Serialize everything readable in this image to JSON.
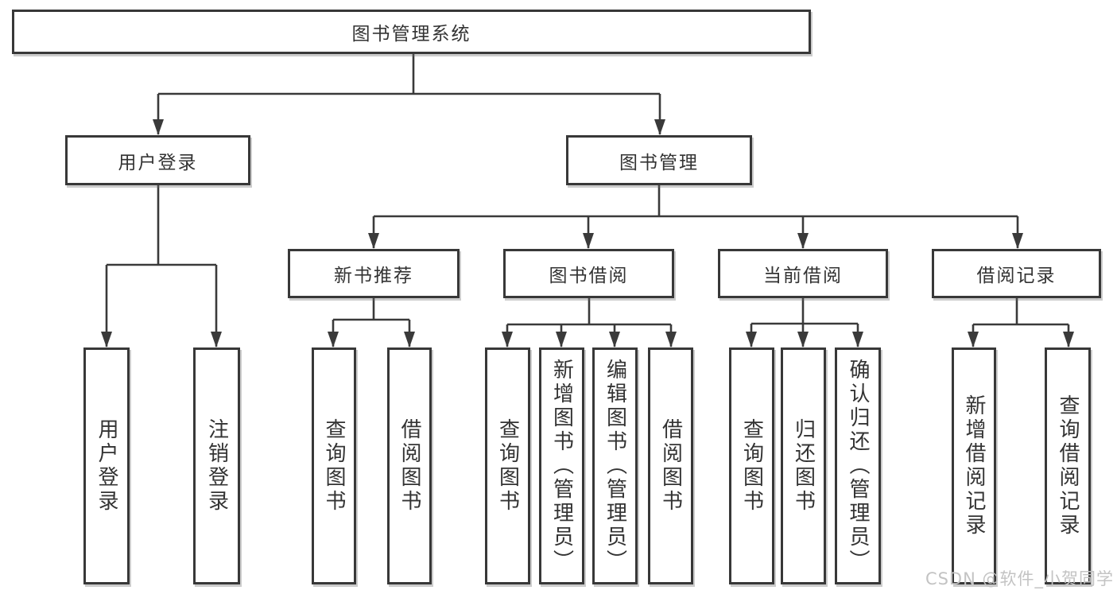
{
  "tree": {
    "root": "图书管理系统",
    "login": {
      "label": "用户登录",
      "children": [
        "用户登录",
        "注销登录"
      ]
    },
    "management": {
      "label": "图书管理",
      "sections": [
        {
          "label": "新书推荐",
          "children": [
            "查询图书",
            "借阅图书"
          ]
        },
        {
          "label": "图书借阅",
          "children": [
            "查询图书",
            "新增图书（管理员）",
            "编辑图书（管理员）",
            "借阅图书"
          ]
        },
        {
          "label": "当前借阅",
          "children": [
            "查询图书",
            "归还图书",
            "确认归还（管理员）"
          ]
        },
        {
          "label": "借阅记录",
          "children": [
            "新增借阅记录",
            "查询借阅记录"
          ]
        }
      ]
    }
  },
  "watermark": "CSDN @软件_小贺同学",
  "colors": {
    "line": "#3a3a3a",
    "box_border": "#383838",
    "text": "#333333",
    "watermark": "#c3c3c3"
  }
}
